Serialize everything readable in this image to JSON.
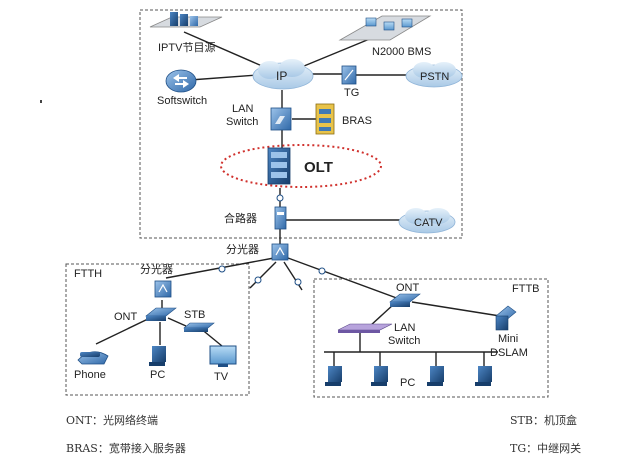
{
  "labels": {
    "iptv": "IPTV节目源",
    "n2000": "N2000 BMS",
    "ip": "IP",
    "pstn": "PSTN",
    "tg": "TG",
    "softswitch": "Softswitch",
    "lan_switch_top_1": "LAN",
    "lan_switch_top_2": "Switch",
    "bras": "BRAS",
    "olt": "OLT",
    "combiner": "合路器",
    "catv": "CATV",
    "splitter_main": "分光器",
    "ftth": "FTTH",
    "splitter_ftth": "分光器",
    "ont_left": "ONT",
    "stb": "STB",
    "phone": "Phone",
    "pc_left": "PC",
    "tv": "TV",
    "fttb": "FTTB",
    "ont_right": "ONT",
    "lan_switch_right_1": "LAN",
    "lan_switch_right_2": "Switch",
    "mini_dslam_1": "Mini",
    "mini_dslam_2": "DSLAM",
    "pc_right": "PC"
  },
  "legend": {
    "ont": "ONT：光网络终端",
    "stb": "STB：机顶盒",
    "bras": "BRAS：宽带接入服务器",
    "tg": "TG：中继网关"
  },
  "colors": {
    "olt_ellipse": "#d0312d",
    "cloud": "#c9dff0",
    "device_blue": "#3f79b5",
    "device_dark": "#1f4f86"
  }
}
